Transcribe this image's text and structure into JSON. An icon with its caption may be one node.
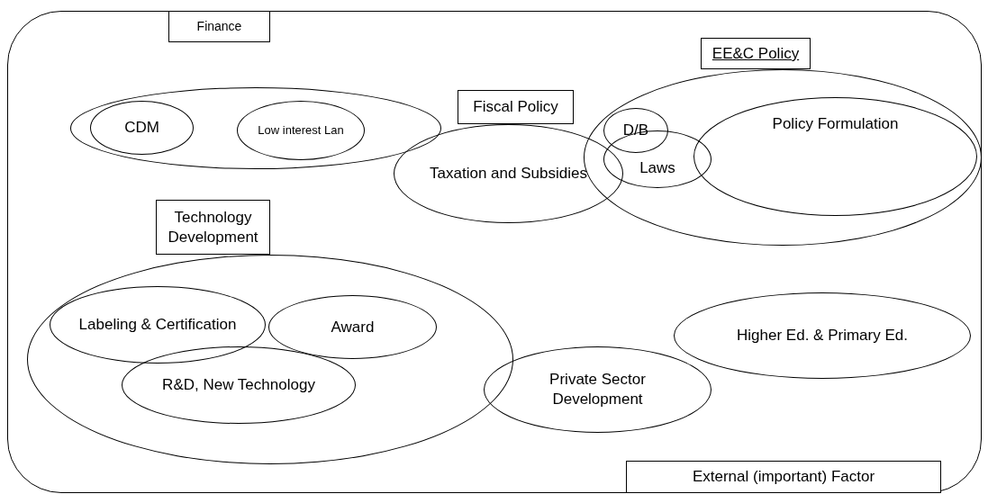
{
  "diagram": {
    "nodes": [
      {
        "text": [
          "External (important) Factor"
        ]
      },
      {
        "text": [
          "Finance"
        ],
        "in": 0
      },
      {
        "text": [
          "CDM"
        ],
        "in": 1
      },
      {
        "text": [
          "Low interest Lan"
        ],
        "in": 1
      },
      {
        "text": [
          "Fiscal Policy",
          "Taxation and Subsidies"
        ],
        "in": 0
      },
      {
        "text": [
          "EE&C Policy"
        ],
        "in": 0
      },
      {
        "text": [
          "D/B"
        ],
        "in": 5
      },
      {
        "text": [
          "Policy Formulation"
        ],
        "in": 5
      },
      {
        "text": [
          "Laws"
        ],
        "in": 5
      },
      {
        "text": [
          "Technology Development"
        ],
        "in": 0
      },
      {
        "text": [
          "Labeling & Certification"
        ],
        "in": 9
      },
      {
        "text": [
          "Award"
        ],
        "in": 9
      },
      {
        "text": [
          "R&D, New Technology"
        ],
        "in": 9
      },
      {
        "text": [
          "Higher Ed. & Primary Ed."
        ],
        "in": 0
      },
      {
        "text": [
          "Private Sector Development"
        ],
        "in": 0
      }
    ]
  }
}
